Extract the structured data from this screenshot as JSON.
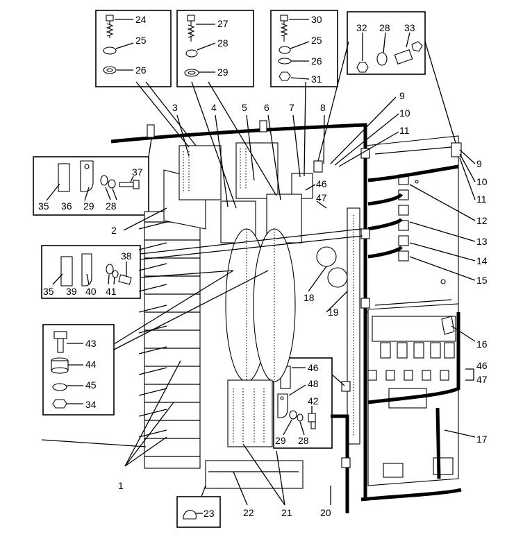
{
  "callouts": {
    "box_top_left": [
      "24",
      "25",
      "26"
    ],
    "box_top_mid": [
      "27",
      "28",
      "29"
    ],
    "box_top_right": [
      "30",
      "25",
      "26",
      "31"
    ],
    "box_far_right": [
      "32",
      "28",
      "33"
    ],
    "box_left_upper": [
      "35",
      "36",
      "29",
      "28",
      "37"
    ],
    "box_left_middle": [
      "38",
      "35",
      "39",
      "40",
      "41"
    ],
    "box_left_lower": [
      "43",
      "44",
      "45",
      "34"
    ],
    "box_center_lower": [
      "46",
      "48",
      "42",
      "29",
      "28"
    ],
    "box_bottom": [
      "23"
    ],
    "main_top": [
      "3",
      "4",
      "5",
      "6",
      "7",
      "8",
      "9",
      "10",
      "11"
    ],
    "main_inner": [
      "46",
      "47"
    ],
    "main_right": [
      "9",
      "10",
      "11",
      "12",
      "13",
      "14",
      "15",
      "16",
      "46",
      "47",
      "17"
    ],
    "main_center": [
      "2",
      "18",
      "19"
    ],
    "main_bottom": [
      "1",
      "22",
      "21",
      "20"
    ]
  }
}
